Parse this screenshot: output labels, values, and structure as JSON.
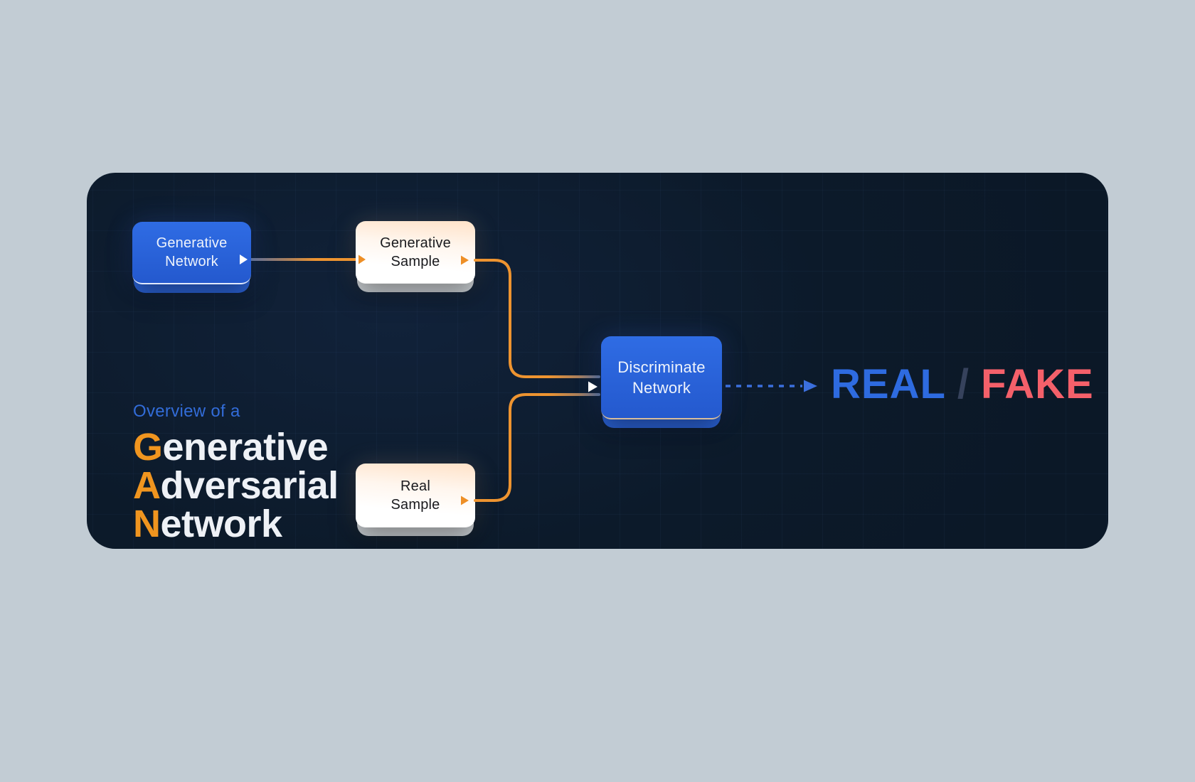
{
  "meta": {
    "description": "Overview diagram of a Generative Adversarial Network"
  },
  "colors": {
    "page_bg": "#C2CCD4",
    "panel_bg": "#0C1A2A",
    "node_blue": "#2F6CE4",
    "sample_peach": "#FFE2C8",
    "wire_orange": "#EE9430",
    "wire_slate": "#5F7099",
    "dashed_blue": "#3B6FDD",
    "real_color": "#2E6BE0",
    "fake_color": "#F4606A",
    "slash_color": "#36425C",
    "lead_letter_orange": "#F0951F"
  },
  "title": {
    "eyebrow": "Overview of a",
    "lines": [
      {
        "lead": "G",
        "rest": "enerative"
      },
      {
        "lead": "A",
        "rest": "dversarial"
      },
      {
        "lead": "N",
        "rest": "etwork"
      }
    ]
  },
  "nodes": [
    {
      "id": "generative-network",
      "line1": "Generative",
      "line2": "Network"
    },
    {
      "id": "generative-sample",
      "line1": "Generative",
      "line2": "Sample"
    },
    {
      "id": "real-sample",
      "line1": "Real",
      "line2": "Sample"
    },
    {
      "id": "discriminate-network",
      "line1": "Discriminate",
      "line2": "Network"
    }
  ],
  "output": {
    "real": "REAL",
    "separator": "/",
    "fake": "FAKE"
  }
}
